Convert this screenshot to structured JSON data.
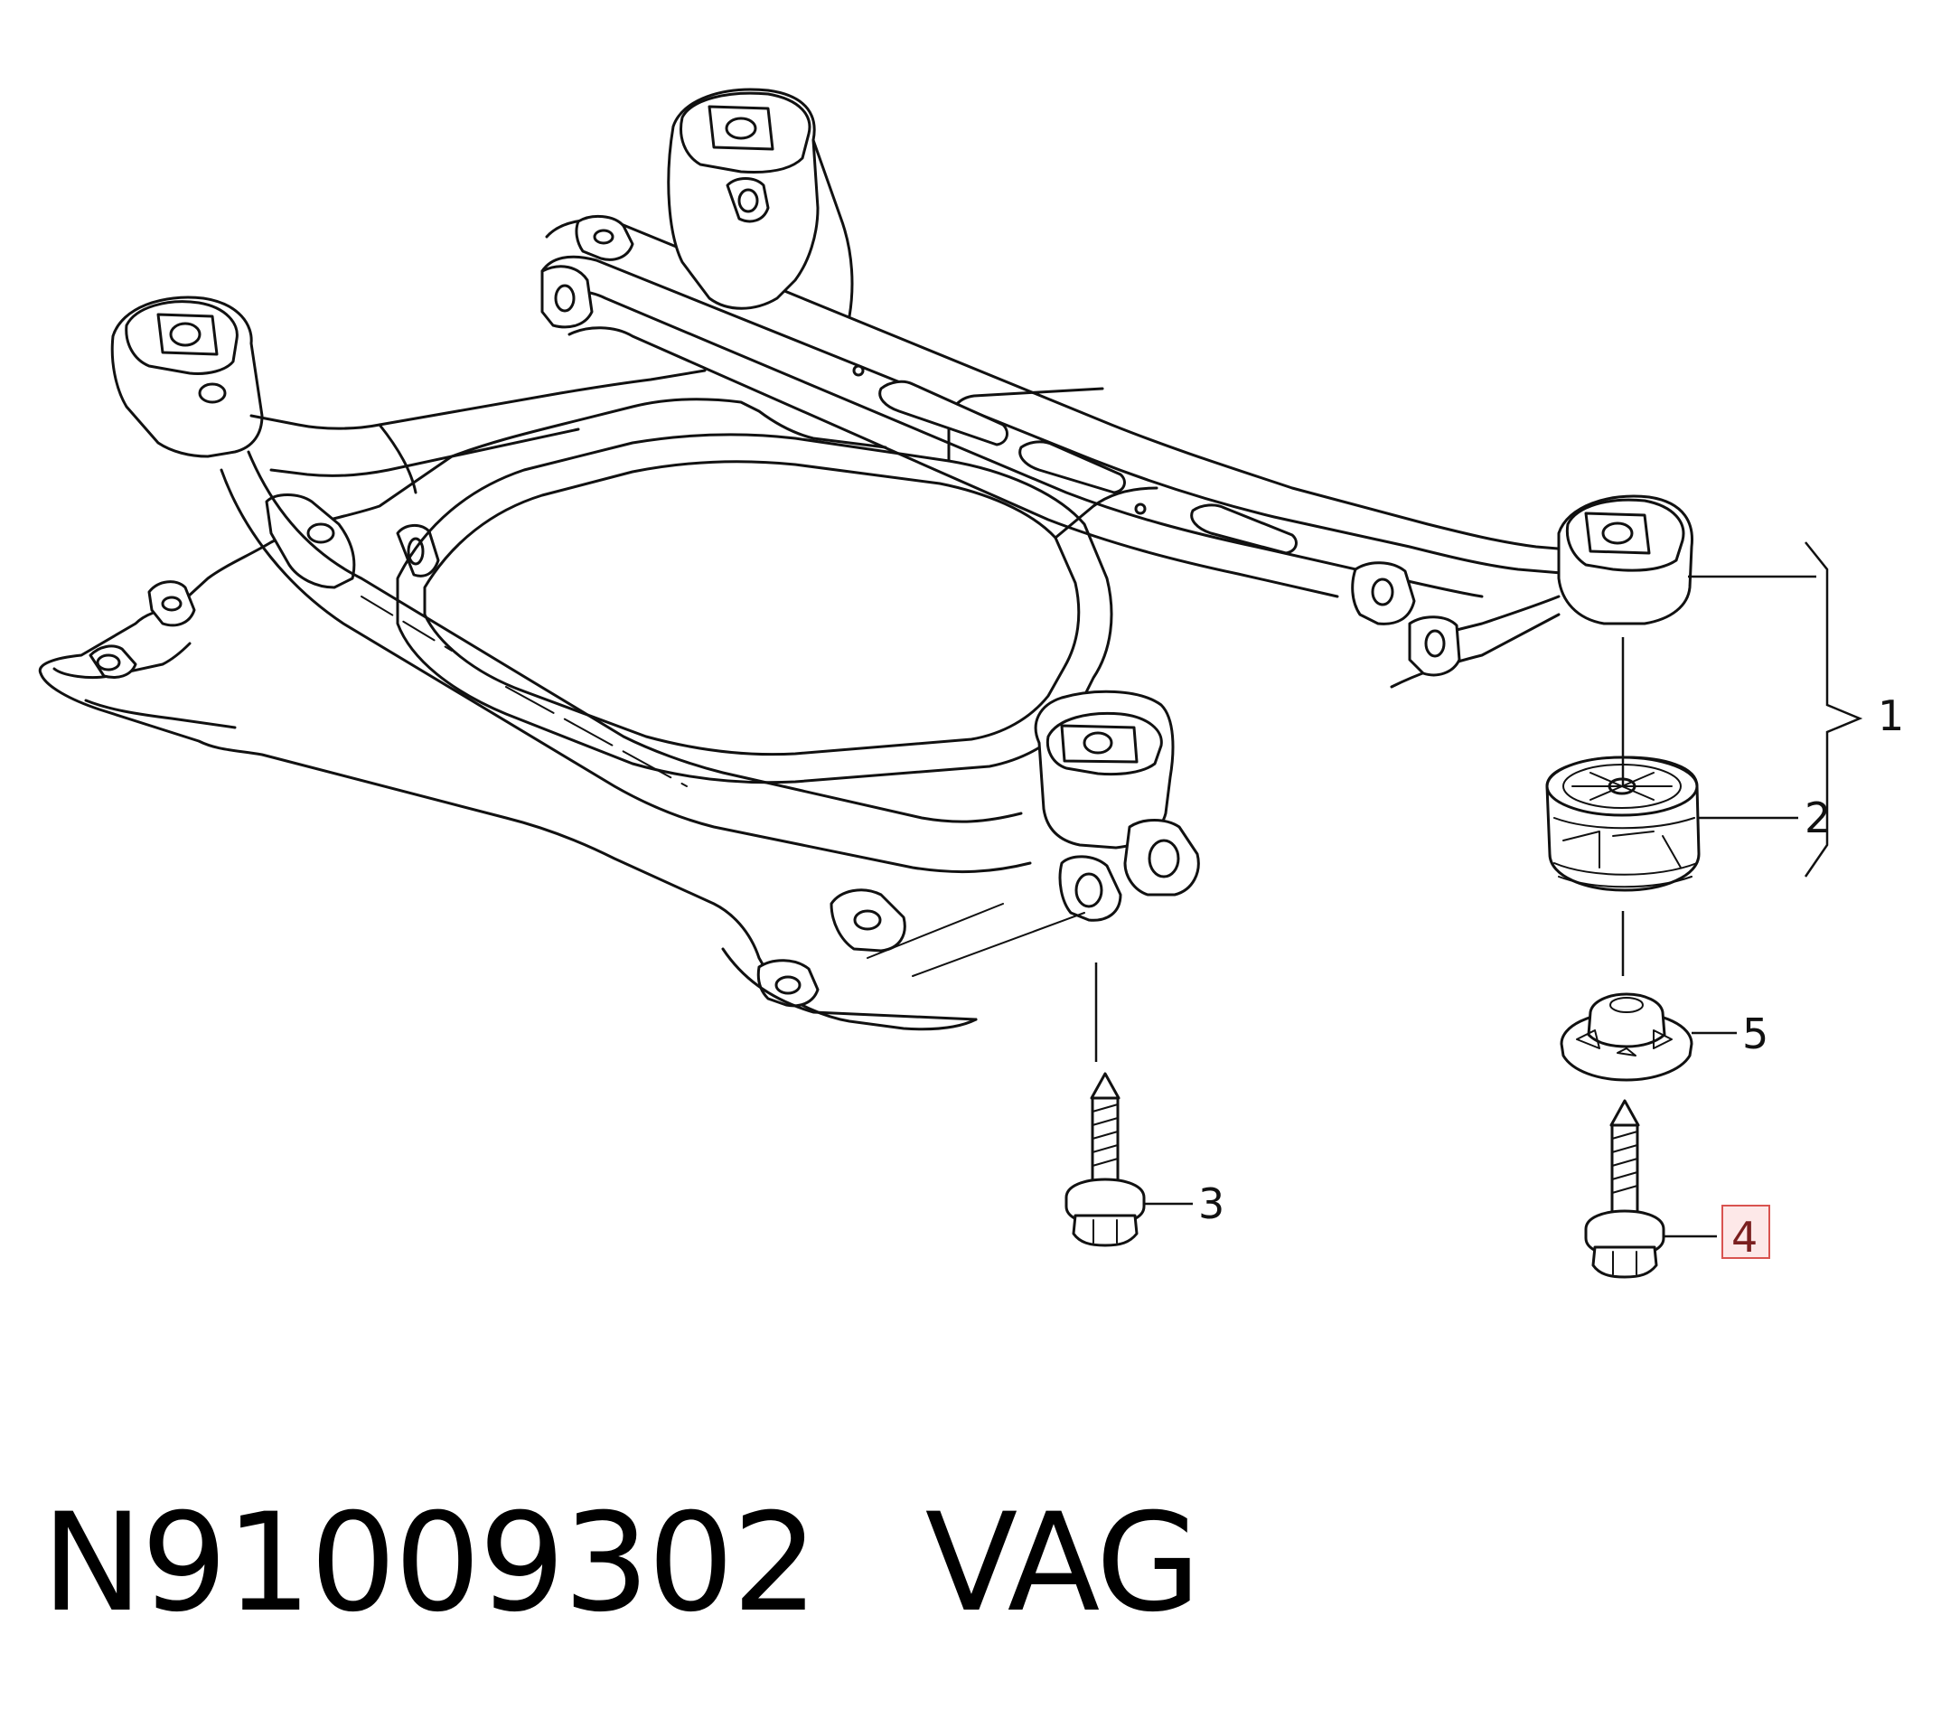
{
  "callouts": {
    "c1": "1",
    "c2": "2",
    "c3": "3",
    "c4": "4",
    "c5": "5"
  },
  "highlighted_callout": "4",
  "caption": {
    "part_number": "N91009302",
    "brand": "VAG"
  },
  "parts": [
    {
      "id": "1",
      "name": "subframe-mount-assembly"
    },
    {
      "id": "2",
      "name": "rubber-bushing"
    },
    {
      "id": "3",
      "name": "bolt"
    },
    {
      "id": "4",
      "name": "bolt"
    },
    {
      "id": "5",
      "name": "washer-cap"
    }
  ],
  "colors": {
    "line": "#111111",
    "highlight_fill": "#fde8e8",
    "highlight_stroke": "#d9534f"
  }
}
